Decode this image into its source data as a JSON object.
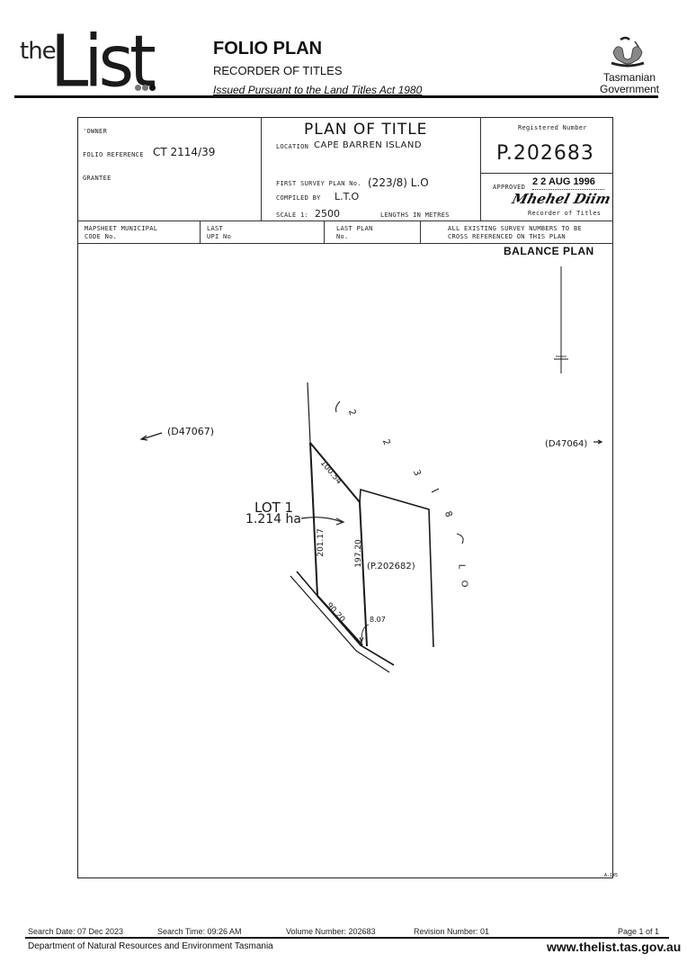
{
  "header": {
    "logo_the": "the",
    "logo_list": "List",
    "title": "FOLIO PLAN",
    "subtitle": "RECORDER OF TITLES",
    "issued": "Issued Pursuant to the Land Titles Act 1980",
    "gov_line1": "Tasmanian",
    "gov_line2": "Government"
  },
  "plan_header": {
    "owner_label": "'OWNER",
    "folio_label": "FOLIO REFERENCE",
    "folio_value": "CT 2114/39",
    "grantee_label": "GRANTEE",
    "title": "PLAN OF TITLE",
    "location_label": "LOCATION",
    "location_value": "CAPE BARREN ISLAND",
    "first_survey_label": "FIRST SURVEY PLAN No.",
    "first_survey_value": "(223/8) L.O",
    "compiled_label": "COMPILED BY",
    "compiled_value": "L.T.O",
    "scale_label": "SCALE 1:",
    "scale_value": "2500",
    "lengths_label": "LENGTHS IN METRES",
    "registered_label": "Registered Number",
    "registered_value": "P.202683",
    "approved_label": "APPROVED",
    "approved_value": "2 2 AUG 1996",
    "signature": "Mhehel Diim",
    "recorder_label": "Recorder of Titles"
  },
  "plan_row2": {
    "mapsheet_l1": "MAPSHEET MUNICIPAL",
    "mapsheet_l2": "CODE No.",
    "last_upi_l1": "LAST",
    "last_upi_l2": "UPI No",
    "last_plan_l1": "LAST PLAN",
    "last_plan_l2": "No.",
    "survey_l1": "ALL EXISTING SURVEY NUMBERS TO BE",
    "survey_l2": "CROSS REFERENCED ON THIS PLAN"
  },
  "drawing": {
    "balance_plan": "BALANCE PLAN",
    "left_ref": "(D47067)",
    "right_ref": "(D47064)",
    "lot_label": "LOT 1",
    "lot_area": "1.214 ha",
    "dim_diagonal": "100.54",
    "dim_left": "201.17",
    "dim_right": "197.20",
    "dim_road": "90.20",
    "dim_small": "8.07",
    "adjacent_plan": "(P.202682)",
    "survey_ref_chars": [
      "(",
      "2",
      "2",
      "3",
      "/",
      "8",
      ")",
      "L",
      "O"
    ],
    "form_code": "A-145"
  },
  "footer": {
    "search_date": "Search Date: 07 Dec 2023",
    "search_time": "Search Time: 09:26 AM",
    "volume": "Volume Number: 202683",
    "revision": "Revision Number: 01",
    "page": "Page 1 of  1",
    "department": "Department of Natural Resources and Environment Tasmania",
    "url": "www.thelist.tas.gov.au"
  }
}
